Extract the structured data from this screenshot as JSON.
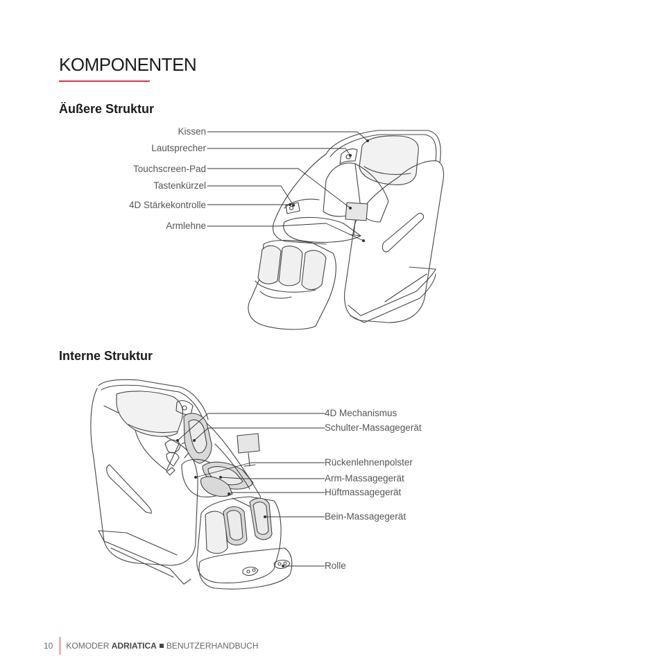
{
  "page": {
    "title": "KOMPONENTEN",
    "accent_color": "#e0343f"
  },
  "exterior": {
    "heading": "Äußere Struktur",
    "labels": [
      "Kissen",
      "Lautsprecher",
      "Touchscreen-Pad",
      "Tastenkürzel",
      "4D Stärkekontrolle",
      "Armlehne"
    ]
  },
  "interior": {
    "heading": "Interne Struktur",
    "labels": [
      "4D Mechanismus",
      "Schulter-Massagegerät",
      "Rückenlehnenpolster",
      "Arm-Massagegerät",
      "Hüftmassagegerät",
      "Bein-Massagegerät",
      "Rolle"
    ]
  },
  "footer": {
    "page_number": "10",
    "brand": "KOMODER",
    "model": "ADRIATICA",
    "doc": "BENUTZERHANDBUCH"
  }
}
